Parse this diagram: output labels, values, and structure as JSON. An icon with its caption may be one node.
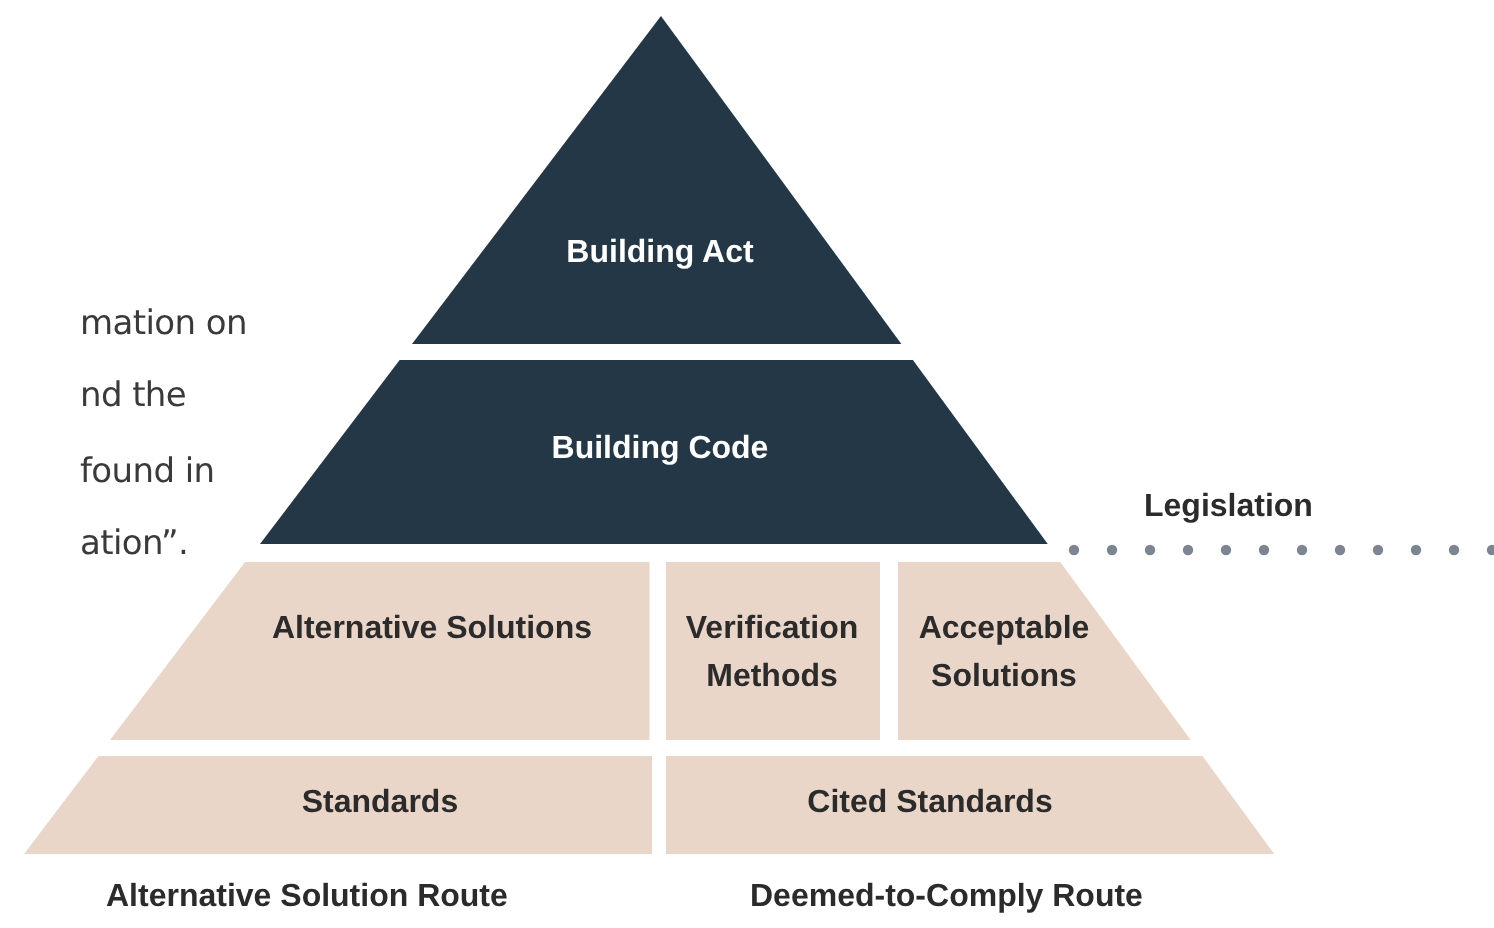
{
  "diagram": {
    "nodes": [
      {
        "text": [
          "Building Act"
        ]
      },
      {
        "text": [
          "Building Code"
        ]
      },
      {
        "text": [
          "Alternative Solutions"
        ]
      },
      {
        "text": [
          "Verification Methods"
        ]
      },
      {
        "text": [
          "Acceptable Solutions"
        ]
      },
      {
        "text": [
          "Standards"
        ]
      },
      {
        "text": [
          "Cited Standards"
        ]
      }
    ],
    "labels": [
      "mation on",
      "nd the",
      "found in",
      "ation”.",
      "Legislation",
      "Alternative Solution Route",
      "Deemed-to-Comply Route"
    ]
  }
}
